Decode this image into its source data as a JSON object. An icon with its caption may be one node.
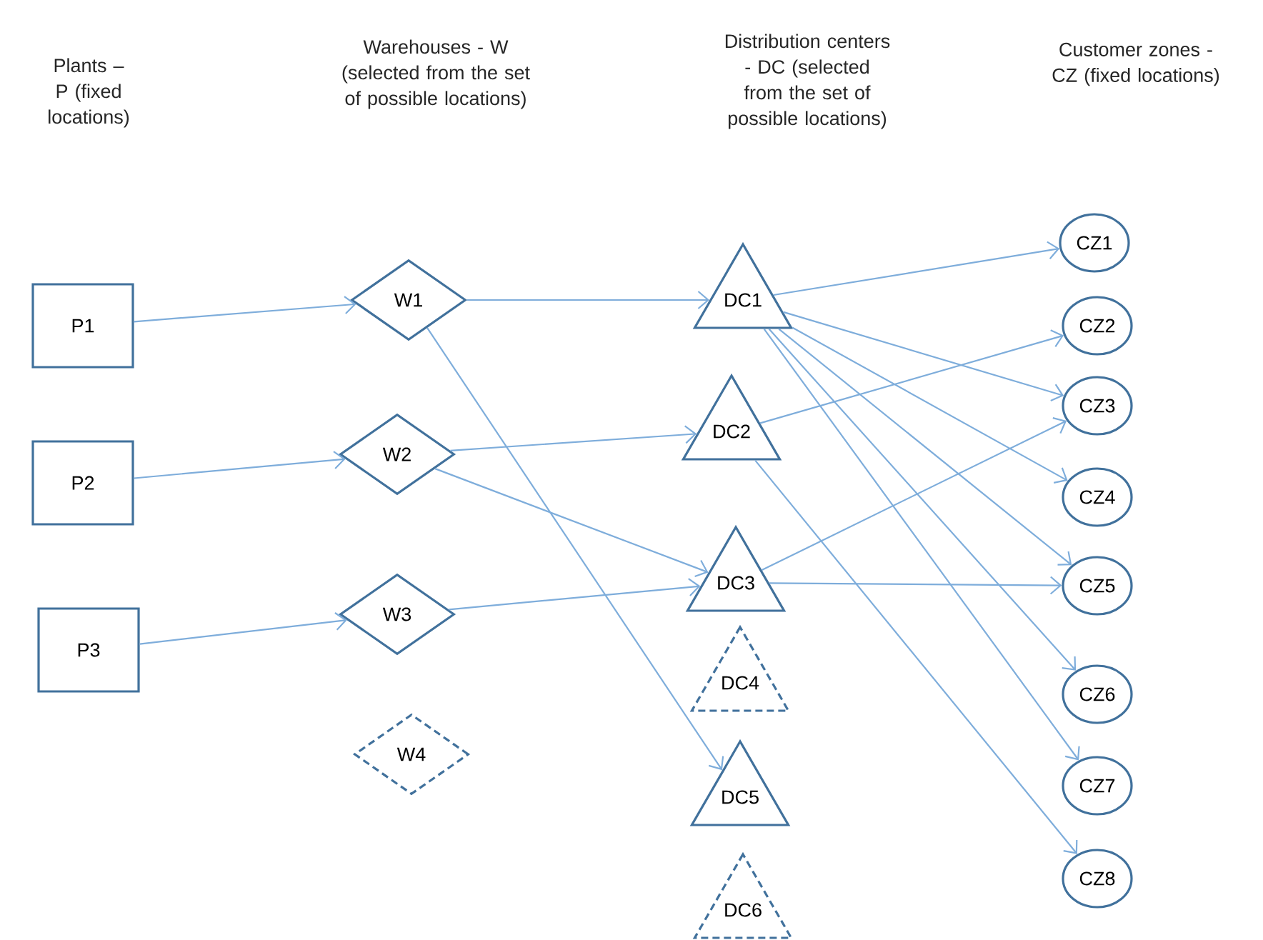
{
  "diagram": {
    "nodes": [
      {
        "text": [
          "P1"
        ]
      },
      {
        "text": [
          "P2"
        ]
      },
      {
        "text": [
          "P3"
        ]
      },
      {
        "text": [
          "W1"
        ]
      },
      {
        "text": [
          "W2"
        ]
      },
      {
        "text": [
          "W3"
        ]
      },
      {
        "text": [
          "W4"
        ]
      },
      {
        "text": [
          "DC1"
        ]
      },
      {
        "text": [
          "DC2"
        ]
      },
      {
        "text": [
          "DC3"
        ]
      },
      {
        "text": [
          "DC4"
        ]
      },
      {
        "text": [
          "DC5"
        ]
      },
      {
        "text": [
          "DC6"
        ]
      },
      {
        "text": [
          "CZ1"
        ]
      },
      {
        "text": [
          "CZ2"
        ]
      },
      {
        "text": [
          "CZ3"
        ]
      },
      {
        "text": [
          "CZ4"
        ]
      },
      {
        "text": [
          "CZ5"
        ]
      },
      {
        "text": [
          "CZ6"
        ]
      },
      {
        "text": [
          "CZ7"
        ]
      },
      {
        "text": [
          "CZ8"
        ]
      }
    ],
    "edges": [
      {
        "from": 0,
        "to": 3,
        "arrow": "to"
      },
      {
        "from": 1,
        "to": 4,
        "arrow": "to"
      },
      {
        "from": 2,
        "to": 5,
        "arrow": "to"
      },
      {
        "from": 3,
        "to": 7,
        "arrow": "to"
      },
      {
        "from": 3,
        "to": 11,
        "arrow": "to"
      },
      {
        "from": 4,
        "to": 8,
        "arrow": "to"
      },
      {
        "from": 4,
        "to": 9,
        "arrow": "to"
      },
      {
        "from": 5,
        "to": 9,
        "arrow": "to"
      },
      {
        "from": 7,
        "to": 13,
        "arrow": "to"
      },
      {
        "from": 7,
        "to": 15,
        "arrow": "to"
      },
      {
        "from": 7,
        "to": 16,
        "arrow": "to"
      },
      {
        "from": 7,
        "to": 17,
        "arrow": "to"
      },
      {
        "from": 7,
        "to": 18,
        "arrow": "to"
      },
      {
        "from": 7,
        "to": 19,
        "arrow": "to"
      },
      {
        "from": 8,
        "to": 14,
        "arrow": "to"
      },
      {
        "from": 8,
        "to": 20,
        "arrow": "to"
      },
      {
        "from": 9,
        "to": 15,
        "arrow": "to"
      },
      {
        "from": 9,
        "to": 17,
        "arrow": "to"
      }
    ],
    "labels": [
      "Plants – P (fixed locations)",
      "Warehouses - W (selected from the set of possible locations)",
      "Distribution centers - DC (selected from the set of possible locations)",
      "Customer zones - CZ (fixed locations)"
    ]
  }
}
